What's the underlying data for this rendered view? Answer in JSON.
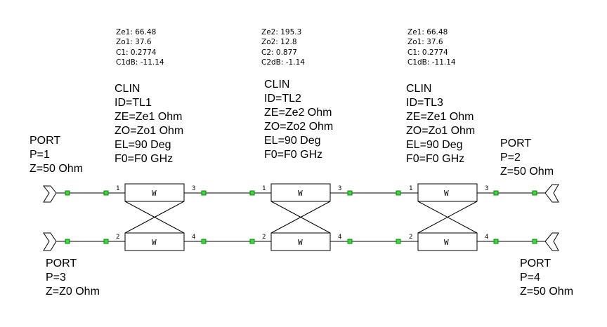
{
  "couplers": [
    {
      "equations": [
        "Ze1: 66.48",
        "Zo1: 37.6",
        "C1: 0.2774",
        "C1dB: -11.14"
      ],
      "labels": [
        "CLIN",
        "ID=TL1",
        "ZE=Ze1 Ohm",
        "ZO=Zo1 Ohm",
        "EL=90 Deg",
        "F0=F0 GHz"
      ],
      "symbol": "W",
      "pins": [
        "1",
        "2",
        "3",
        "4"
      ]
    },
    {
      "equations": [
        "Ze2: 195.3",
        "Zo2: 12.8",
        "C2: 0.877",
        "C2dB: -1.14"
      ],
      "labels": [
        "CLIN",
        "ID=TL2",
        "ZE=Ze2 Ohm",
        "ZO=Zo2 Ohm",
        "EL=90 Deg",
        "F0=F0 GHz"
      ],
      "symbol": "W",
      "pins": [
        "1",
        "2",
        "3",
        "4"
      ]
    },
    {
      "equations": [
        "Ze1: 66.48",
        "Zo1: 37.6",
        "C1: 0.2774",
        "C1dB: -11.14"
      ],
      "labels": [
        "CLIN",
        "ID=TL3",
        "ZE=Ze1 Ohm",
        "ZO=Zo1 Ohm",
        "EL=90 Deg",
        "F0=F0 GHz"
      ],
      "symbol": "W",
      "pins": [
        "1",
        "2",
        "3",
        "4"
      ]
    }
  ],
  "ports": [
    {
      "labels": [
        "PORT",
        "P=1",
        "Z=50 Ohm"
      ]
    },
    {
      "labels": [
        "PORT",
        "P=2",
        "Z=50 Ohm"
      ]
    },
    {
      "labels": [
        "PORT",
        "P=3",
        "Z=Z0 Ohm"
      ]
    },
    {
      "labels": [
        "PORT",
        "P=4",
        "Z=50 Ohm"
      ]
    }
  ],
  "colors": {
    "node": "#33dd33",
    "wire": "#000000",
    "background": "#ffffff"
  }
}
